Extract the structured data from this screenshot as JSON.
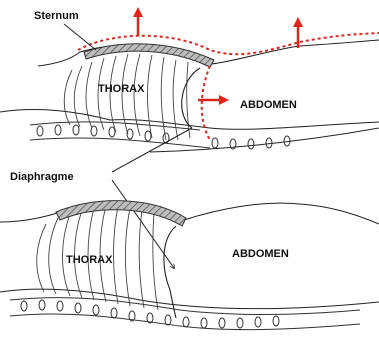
{
  "labels": {
    "sternum": "Sternum",
    "diaphragme": "Diaphragme",
    "top_thorax": "THORAX",
    "top_abdomen": "ABDOMEN",
    "bottom_thorax": "THORAX",
    "bottom_abdomen": "ABDOMEN"
  },
  "colors": {
    "motion_arrows": "#e0241b",
    "expanded_outline": "#e0241b",
    "lines": "#222222",
    "sternum_fill": "#9a9a9a"
  },
  "icons": {
    "motion_arrow": "red-arrow"
  }
}
